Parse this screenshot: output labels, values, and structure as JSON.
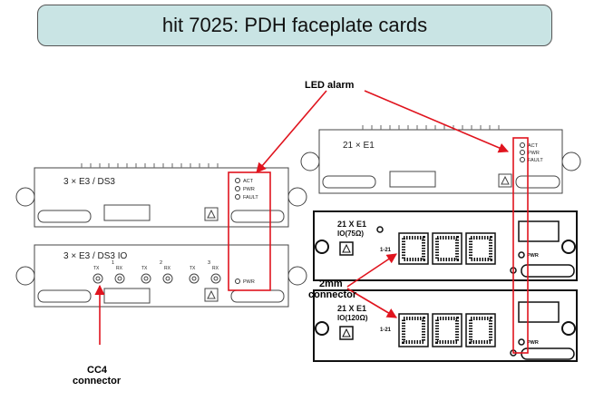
{
  "title": "hit 7025: PDH faceplate cards",
  "annotations": {
    "led_alarm": "LED alarm",
    "mm_connector_1": "2mm",
    "mm_connector_2": "connector",
    "cc4_connector_1": "CC4",
    "cc4_connector_2": "connector"
  },
  "cards": {
    "card_e3_ds3": {
      "label": "3 × E3 / DS3",
      "leds": [
        "ACT",
        "PWR",
        "FAULT"
      ]
    },
    "card_e3_ds3_io": {
      "label": "3 × E3 / DS3 IO",
      "port_groups": [
        "1",
        "2",
        "3"
      ],
      "port_tx": "TX",
      "port_rx": "RX",
      "led": "PWR"
    },
    "card_21_e1": {
      "label": "21 × E1",
      "leds": [
        "ACT",
        "PWR",
        "FAULT"
      ]
    },
    "card_21_e1_io750": {
      "line1": "21 X E1",
      "line2": "IO(75Ω)",
      "side": "1-21",
      "led": "PWR"
    },
    "card_21_e1_io120": {
      "line1": "21 X E1",
      "line2": "IO(120Ω)",
      "side": "1-21",
      "led": "PWR"
    }
  },
  "colors": {
    "title_fill": "#c9e4e4",
    "callout": "#e0141e"
  }
}
